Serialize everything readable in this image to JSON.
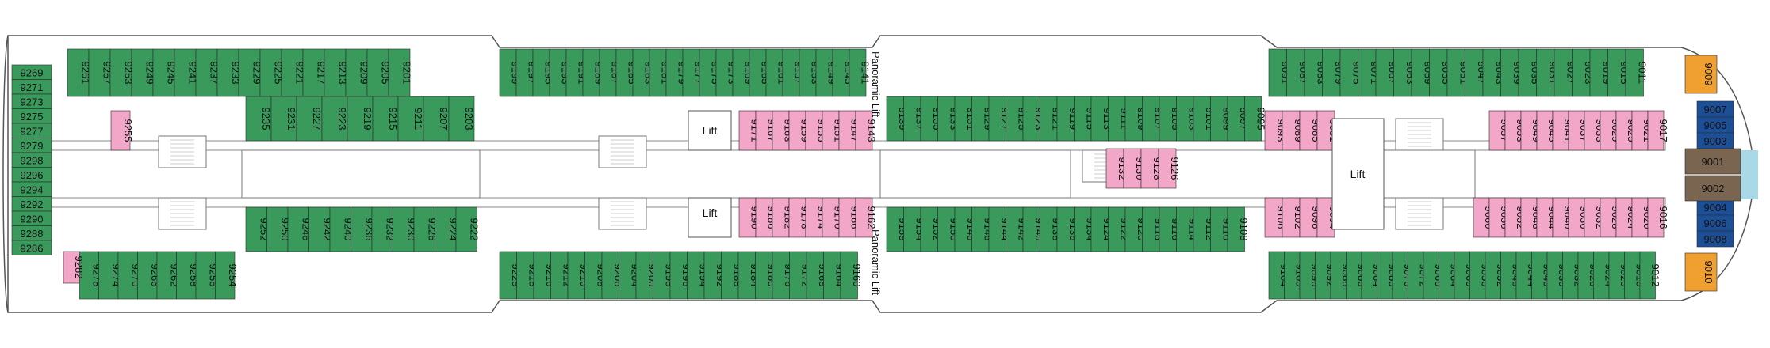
{
  "labels": {
    "lift": "Lift",
    "panoramic_lift": "Panoramic Lift"
  },
  "colors": {
    "cabin_green": "#3a9a5c",
    "cabin_pink": "#f2a6c8",
    "suite_blue": "#1d4f97",
    "suite_orange": "#f0a030",
    "spa_brown": "#7a6650",
    "water_blue": "#a9d8e6",
    "outline": "#555555"
  },
  "cabins": {
    "top_outer": [
      [
        "9261",
        "9257",
        "9253",
        "9249",
        "9245",
        "9241",
        "9237",
        "9233",
        "9229",
        "9225",
        "9221",
        "9217",
        "9213",
        "9209",
        "9205",
        "9201"
      ],
      [
        "9199",
        "9197",
        "9195",
        "9193",
        "9191",
        "9189",
        "9187",
        "9185",
        "9183",
        "9181",
        "9179",
        "9177",
        "9175",
        "9173",
        "9169",
        "9165",
        "9161",
        "9157",
        "9153",
        "9149",
        "9145",
        "9141"
      ],
      [
        "9091",
        "9087",
        "9083",
        "9079",
        "9075",
        "9071",
        "9067",
        "9063",
        "9059",
        "9055",
        "9051",
        "9047",
        "9043",
        "9039",
        "9035",
        "9031",
        "9027",
        "9023",
        "9019",
        "9015",
        "9011"
      ]
    ],
    "top_inner_green": [
      [
        "9235",
        "9231",
        "9227",
        "9223",
        "9219",
        "9215",
        "9211",
        "9207",
        "9203"
      ],
      [
        "9139",
        "9137",
        "9135",
        "9133",
        "9131",
        "9129",
        "9127",
        "9125",
        "9123",
        "9121",
        "9119",
        "9115",
        "9113",
        "9111",
        "9109",
        "9107",
        "9105",
        "9103",
        "9101",
        "9099",
        "9097",
        "9095"
      ]
    ],
    "top_inner_pink": [
      [
        "9171",
        "9167",
        "9163",
        "9159",
        "9155",
        "9151",
        "9147",
        "9143"
      ],
      [
        "9093",
        "9089",
        "9085",
        "9081"
      ],
      [
        "9057",
        "9053",
        "9049",
        "9045",
        "9041",
        "9037",
        "9033",
        "9029",
        "9025",
        "9021",
        "9017"
      ]
    ],
    "bottom_inner_pink": [
      [
        "9190",
        "9186",
        "9182",
        "9178",
        "9174",
        "9170",
        "9166",
        "9162"
      ],
      [
        "9106",
        "9102",
        "9098",
        "9094"
      ],
      [
        "9060",
        "9056",
        "9052",
        "9048",
        "9044",
        "9040",
        "9036",
        "9032",
        "9028",
        "9024",
        "9020",
        "9016"
      ]
    ],
    "bottom_inner_green": [
      [
        "9252",
        "9250",
        "9246",
        "9242",
        "9240",
        "9236",
        "9232",
        "9230",
        "9226",
        "9224",
        "9222"
      ],
      [
        "9158",
        "9154",
        "9152",
        "9150",
        "9148",
        "9146",
        "9144",
        "9142",
        "9140",
        "9138",
        "9136",
        "9134",
        "9124",
        "9122",
        "9120",
        "9118",
        "9116",
        "9114",
        "9112",
        "9110",
        "9108"
      ]
    ],
    "bottom_outer": [
      [
        "9278",
        "9274",
        "9270",
        "9266",
        "9262",
        "9258",
        "9256",
        "9254"
      ],
      [
        "9228",
        "9218",
        "9216",
        "9212",
        "9210",
        "9208",
        "9206",
        "9204",
        "9200",
        "9198",
        "9196",
        "9194",
        "9192",
        "9188",
        "9184",
        "9180",
        "9176",
        "9172",
        "9168",
        "9164",
        "9160"
      ],
      [
        "9104",
        "9100",
        "9096",
        "9092",
        "9088",
        "9086",
        "9084",
        "9080",
        "9076",
        "9072",
        "9068",
        "9064",
        "9060",
        "9056",
        "9052",
        "9048",
        "9044",
        "9040",
        "9036",
        "9032",
        "9028",
        "9024",
        "9020",
        "9016",
        "9012"
      ]
    ],
    "stern_column": [
      "9269",
      "9271",
      "9273",
      "9275",
      "9277",
      "9279",
      "9298",
      "9296",
      "9294",
      "9292",
      "9290",
      "9288",
      "9286"
    ],
    "single_pink": [
      "9255",
      "9282"
    ],
    "center_pink": [
      "9132",
      "9130",
      "9128",
      "9126"
    ],
    "forward_blue": [
      "9007",
      "9005",
      "9003",
      "9004",
      "9006",
      "9008"
    ],
    "forward_orange": [
      "9009",
      "9010"
    ],
    "forward_spa": [
      "9001",
      "9002"
    ]
  }
}
